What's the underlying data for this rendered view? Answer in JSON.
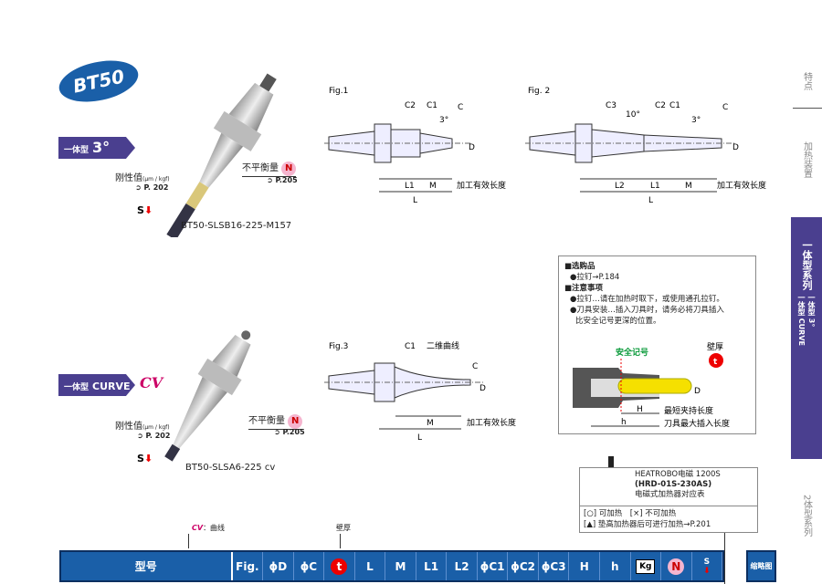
{
  "series_badge": "BT50",
  "section1": {
    "type_small": "一体型",
    "type_big": "3°",
    "rigidity_label": "刚性值",
    "rigidity_unit": "(μm / kgf)",
    "rigidity_ref": "P. 202",
    "balance_label": "不平衡量",
    "balance_ref": "P.205",
    "model": "BT50-SLSB16-225-M157",
    "s_label": "S"
  },
  "section2": {
    "type_small": "一体型",
    "type_big": "CURVE",
    "cv_logo": "CV",
    "rigidity_label": "刚性值",
    "rigidity_unit": "(μm / kgf)",
    "rigidity_ref": "P. 202",
    "balance_label": "不平衡量",
    "balance_ref": "P.205",
    "model": "BT50-SLSA6-225 cv",
    "s_label": "S"
  },
  "fig1": {
    "title": "Fig.1",
    "c2": "C2",
    "c1": "C1",
    "angle": "3°",
    "c": "C",
    "d": "D",
    "l1": "L1",
    "m": "M",
    "l": "L",
    "effective": "加工有效长度"
  },
  "fig2": {
    "title": "Fig. 2",
    "c3": "C3",
    "angle10": "10°",
    "c2": "C2",
    "c1": "C1",
    "angle": "3°",
    "c": "C",
    "d": "D",
    "l2": "L2",
    "l1": "L1",
    "m": "M",
    "l": "L",
    "effective": "加工有效长度"
  },
  "fig3": {
    "title": "Fig.3",
    "c1": "C1",
    "curve": "二维曲线",
    "c": "C",
    "d": "D",
    "m": "M",
    "l": "L",
    "effective": "加工有效长度"
  },
  "notes": {
    "h1": "■选购品",
    "pull": "●拉钉→P.184",
    "h2": "■注意事项",
    "n1": "●拉钉…请在加热时取下，或使用通孔拉钉。",
    "n2": "●刀具安装…插入刀具时，请务必将刀具插入",
    "n2b": "比安全记号更深的位置。",
    "safety": "安全记号",
    "wall": "壁厚",
    "t": "t",
    "D": "D",
    "H": "H",
    "h": "h",
    "H_desc": "最短夹持长度",
    "h_desc": "刀具最大插入长度"
  },
  "heatrobo": {
    "l1": "HEATROBO电磁 1200S",
    "l2": "(HRD-01S-230AS)",
    "l3": "电磁式加热器对应表",
    "legend1": "[○] 可加热　[×] 不可加热",
    "legend2": "[▲] 垫高加热器后可进行加热→P.201"
  },
  "annot": {
    "cv": "CV",
    "cv_text": "：曲线",
    "wall": "壁厚"
  },
  "table": {
    "model": "型号",
    "cols": [
      "Fig.",
      "ϕD",
      "ϕC",
      "t",
      "L",
      "M",
      "L1",
      "L2",
      "ϕC1",
      "ϕC2",
      "ϕC3",
      "H",
      "h",
      "Kg",
      "N",
      "S"
    ],
    "thumb": "缩略图"
  },
  "sidenav": {
    "items": [
      "特点",
      "加热装置",
      "一体型系列",
      "2体型系列"
    ],
    "sub1": "一体型 3°",
    "sub2": "一体型 CURVE"
  },
  "colors": {
    "purple": "#4a3f8f",
    "blue": "#1a5fa8",
    "red": "#e00000",
    "pink": "#cc0066"
  }
}
